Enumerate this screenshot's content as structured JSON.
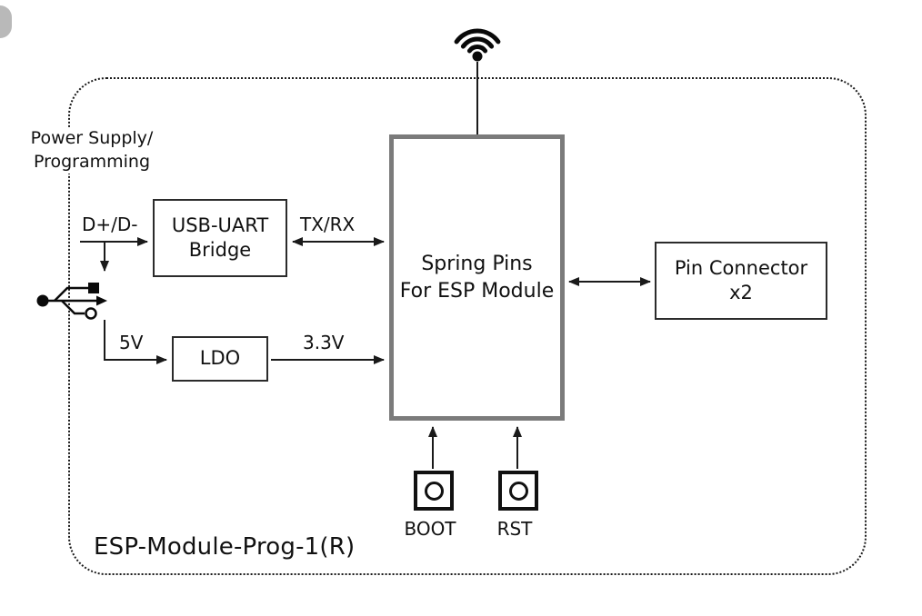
{
  "diagram": {
    "board_label": "ESP-Module-Prog-1(R)",
    "power": {
      "line1": "Power Supply/",
      "line2": "Programming"
    },
    "boxes": {
      "usb_uart": {
        "line1": "USB-UART",
        "line2": "Bridge"
      },
      "ldo": {
        "label": "LDO"
      },
      "spring_pins": {
        "line1": "Spring Pins",
        "line2": "For ESP Module"
      },
      "pin_connector": {
        "line1": "Pin Connector",
        "line2": "x2"
      }
    },
    "labels": {
      "data": "D+/D-",
      "txrx": "TX/RX",
      "v5": "5V",
      "v33": "3.3V",
      "boot": "BOOT",
      "rst": "RST"
    },
    "icons": {
      "antenna": "wifi-antenna-icon",
      "usb": "usb-connector-icon",
      "boot_button": "boot-pushbutton-icon",
      "rst_button": "rst-pushbutton-icon"
    },
    "colors": {
      "ink": "#111111",
      "spring_pins_border": "#7b7b7b",
      "background": "#ffffff"
    }
  }
}
